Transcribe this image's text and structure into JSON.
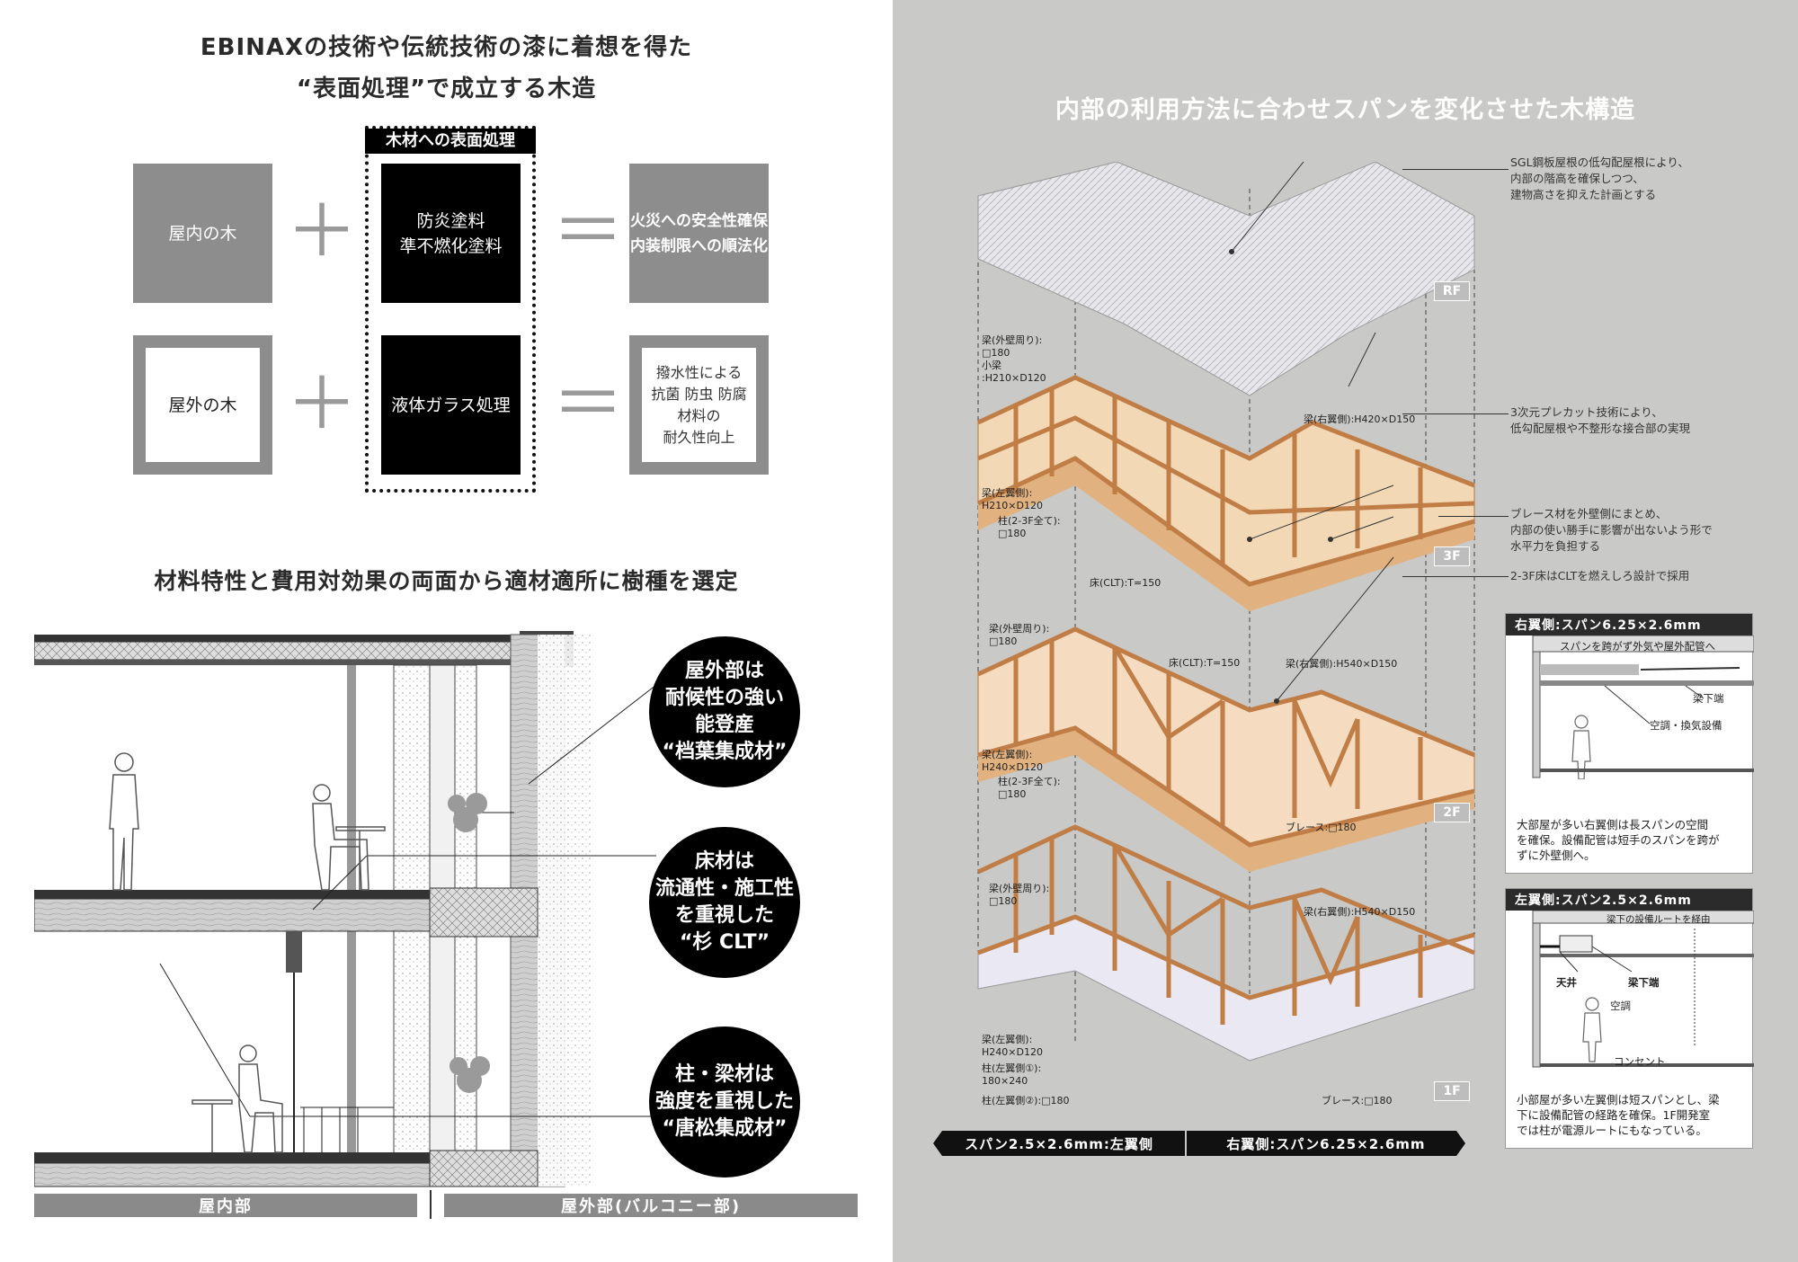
{
  "left": {
    "title_line1": "EBINAXの技術や伝統技術の漆に着想を得た",
    "title_line2": "“表面処理”で成立する木造",
    "treatment_label": "木材への表面処理",
    "row1": {
      "wood": "屋内の木",
      "treatment": "防炎塗料\n準不燃化塗料",
      "result": "火災への安全性確保\n内装制限への順法化"
    },
    "row2": {
      "wood": "屋外の木",
      "treatment": "液体ガラス処理",
      "result": "撥水性による\n抗菌 防虫 防腐\n材料の\n耐久性向上"
    },
    "plus": "＋",
    "equals": "＝",
    "section_title": "材料特性と費用対効果の両面から適材適所に樹種を選定",
    "circles": [
      "屋外部は\n耐候性の強い\n能登産\n“档葉集成材”",
      "床材は\n流通性・施工性\nを重視した\n“杉 CLT”",
      "柱・梁材は\n強度を重視した\n“唐松集成材”"
    ],
    "bar_indoor": "屋内部",
    "bar_outdoor": "屋外部(バルコニー部)"
  },
  "right": {
    "title": "内部の利用方法に合わせスパンを変化させた木構造",
    "notes": [
      "SGL鋼板屋根の低勾配屋根により、\n内部の階高を確保しつつ、\n建物高さを抑えた計画とする",
      "3次元プレカット技術により、\n低勾配屋根や不整形な接合部の実現",
      "ブレース材を外壁側にまとめ、\n内部の使い勝手に影響が出ないよう形で\n水平力を負担する",
      "2-3F床はCLTを燃えしろ設計で採用"
    ],
    "floors": [
      "RF",
      "3F",
      "2F",
      "1F"
    ],
    "labels_3f": {
      "beam_outer": "梁(外壁周り):\n□180",
      "small_beam": "小梁\n:H210×D120",
      "beam_right": "梁(右翼側):H420×D150",
      "beam_left": "梁(左翼側):\nH210×D120",
      "column": "柱(2-3F全て):\n□180",
      "floor": "床(CLT):T=150"
    },
    "labels_2f": {
      "beam_outer": "梁(外壁周り):\n□180",
      "floor": "床(CLT):T=150",
      "beam_right": "梁(右翼側):H540×D150",
      "beam_left": "梁(左翼側):\nH240×D120",
      "column": "柱(2-3F全て):\n□180",
      "brace": "ブレース:□180"
    },
    "labels_1f": {
      "beam_outer": "梁(外壁周り):\n□180",
      "beam_right": "梁(右翼側):H540×D150",
      "beam_left": "梁(左翼側):\nH240×D120",
      "column1": "柱(左翼側①):\n180×240",
      "column2": "柱(左翼側②):□180",
      "brace": "ブレース:□180"
    },
    "span_left": "スパン2.5×2.6mm:左翼側",
    "span_right": "右翼側:スパン6.25×2.6mm",
    "inset1": {
      "head": "右翼側:スパン6.25×2.6mm",
      "l1": "スパンを跨がず外気や屋外配管へ",
      "l2": "梁下端",
      "l3": "空調・換気設備",
      "text": "大部屋が多い右翼側は長スパンの空間\nを確保。設備配管は短手のスパンを跨が\nずに外壁側へ。"
    },
    "inset2": {
      "head": "左翼側:スパン2.5×2.6mm",
      "l1": "梁下の設備ルートを経由",
      "l2": "天井",
      "l3": "梁下端",
      "l4": "空調",
      "l5": "コンセント",
      "text": "小部屋が多い左翼側は短スパンとし、梁\n下に設備配管の経路を確保。1F開発室\nでは柱が電源ルートにもなっている。"
    }
  }
}
